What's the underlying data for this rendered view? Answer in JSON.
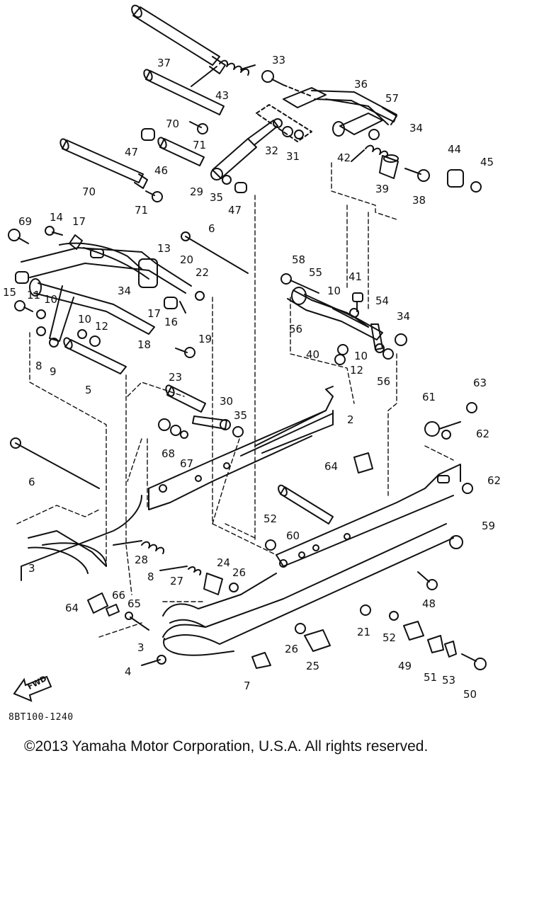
{
  "drawing_code": "8BT100-1240",
  "copyright": "©2013 Yamaha Motor Corporation, U.S.A. All rights reserved.",
  "fwd_label": "FWD",
  "callouts": [
    {
      "id": "c37",
      "text": "37"
    },
    {
      "id": "c43",
      "text": "43"
    },
    {
      "id": "c33",
      "text": "33"
    },
    {
      "id": "c36",
      "text": "36"
    },
    {
      "id": "c57",
      "text": "57"
    },
    {
      "id": "c70a",
      "text": "70"
    },
    {
      "id": "c71a",
      "text": "71"
    },
    {
      "id": "c47a",
      "text": "47"
    },
    {
      "id": "c46",
      "text": "46"
    },
    {
      "id": "c32",
      "text": "32"
    },
    {
      "id": "c31",
      "text": "31"
    },
    {
      "id": "c34a",
      "text": "34"
    },
    {
      "id": "c42",
      "text": "42"
    },
    {
      "id": "c44",
      "text": "44"
    },
    {
      "id": "c45",
      "text": "45"
    },
    {
      "id": "c70b",
      "text": "70"
    },
    {
      "id": "c71b",
      "text": "71"
    },
    {
      "id": "c29",
      "text": "29"
    },
    {
      "id": "c35a",
      "text": "35"
    },
    {
      "id": "c47b",
      "text": "47"
    },
    {
      "id": "c39",
      "text": "39"
    },
    {
      "id": "c38",
      "text": "38"
    },
    {
      "id": "c69",
      "text": "69"
    },
    {
      "id": "c14",
      "text": "14"
    },
    {
      "id": "c17a",
      "text": "17"
    },
    {
      "id": "c6a",
      "text": "6"
    },
    {
      "id": "c13",
      "text": "13"
    },
    {
      "id": "c20",
      "text": "20"
    },
    {
      "id": "c22",
      "text": "22"
    },
    {
      "id": "c58",
      "text": "58"
    },
    {
      "id": "c55",
      "text": "55"
    },
    {
      "id": "c41",
      "text": "41"
    },
    {
      "id": "c15",
      "text": "15"
    },
    {
      "id": "c11",
      "text": "11"
    },
    {
      "id": "c10a",
      "text": "10"
    },
    {
      "id": "c34b",
      "text": "34"
    },
    {
      "id": "c17b",
      "text": "17"
    },
    {
      "id": "c16",
      "text": "16"
    },
    {
      "id": "c10b",
      "text": "10"
    },
    {
      "id": "c56a",
      "text": "56"
    },
    {
      "id": "c54",
      "text": "54"
    },
    {
      "id": "c34c",
      "text": "34"
    },
    {
      "id": "c10c",
      "text": "10"
    },
    {
      "id": "c12a",
      "text": "12"
    },
    {
      "id": "c19",
      "text": "19"
    },
    {
      "id": "c18",
      "text": "18"
    },
    {
      "id": "c40",
      "text": "40"
    },
    {
      "id": "c10d",
      "text": "10"
    },
    {
      "id": "c12b",
      "text": "12"
    },
    {
      "id": "c56b",
      "text": "56"
    },
    {
      "id": "c8a",
      "text": "8"
    },
    {
      "id": "c9",
      "text": "9"
    },
    {
      "id": "c5",
      "text": "5"
    },
    {
      "id": "c23",
      "text": "23"
    },
    {
      "id": "c30",
      "text": "30"
    },
    {
      "id": "c35b",
      "text": "35"
    },
    {
      "id": "c2",
      "text": "2"
    },
    {
      "id": "c63",
      "text": "63"
    },
    {
      "id": "c61",
      "text": "61"
    },
    {
      "id": "c62a",
      "text": "62"
    },
    {
      "id": "c68",
      "text": "68"
    },
    {
      "id": "c67",
      "text": "67"
    },
    {
      "id": "c64a",
      "text": "64"
    },
    {
      "id": "c6b",
      "text": "6"
    },
    {
      "id": "c62b",
      "text": "62"
    },
    {
      "id": "c52a",
      "text": "52"
    },
    {
      "id": "c60",
      "text": "60"
    },
    {
      "id": "c59",
      "text": "59"
    },
    {
      "id": "c3a",
      "text": "3"
    },
    {
      "id": "c28",
      "text": "28"
    },
    {
      "id": "c24",
      "text": "24"
    },
    {
      "id": "c26a",
      "text": "26"
    },
    {
      "id": "c27",
      "text": "27"
    },
    {
      "id": "c8b",
      "text": "8"
    },
    {
      "id": "c48",
      "text": "48"
    },
    {
      "id": "c64b",
      "text": "64"
    },
    {
      "id": "c66",
      "text": "66"
    },
    {
      "id": "c65",
      "text": "65"
    },
    {
      "id": "c21",
      "text": "21"
    },
    {
      "id": "c52b",
      "text": "52"
    },
    {
      "id": "c3b",
      "text": "3"
    },
    {
      "id": "c26b",
      "text": "26"
    },
    {
      "id": "c25",
      "text": "25"
    },
    {
      "id": "c49",
      "text": "49"
    },
    {
      "id": "c51",
      "text": "51"
    },
    {
      "id": "c53",
      "text": "53"
    },
    {
      "id": "c4",
      "text": "4"
    },
    {
      "id": "c7",
      "text": "7"
    },
    {
      "id": "c50",
      "text": "50"
    }
  ]
}
